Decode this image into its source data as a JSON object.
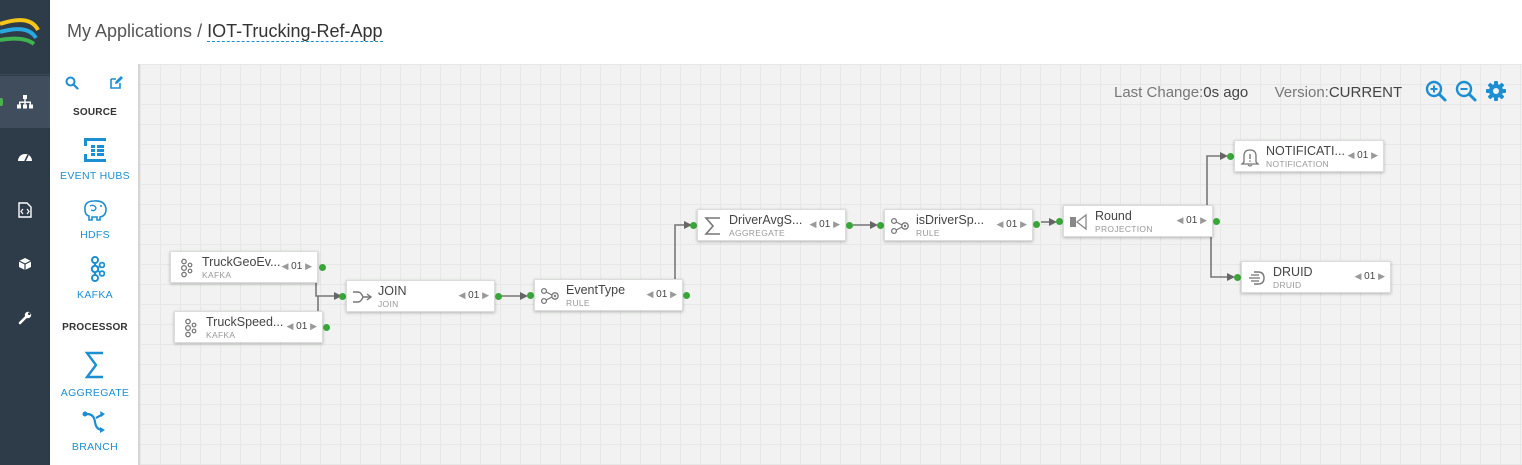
{
  "breadcrumb": {
    "root": "My Applications",
    "separator": "/",
    "app": "IOT-Trucking-Ref-App"
  },
  "nav": [
    {
      "icon": "topology-icon",
      "active": true
    },
    {
      "icon": "dashboard-icon"
    },
    {
      "icon": "file-code-icon"
    },
    {
      "icon": "cube-icon"
    },
    {
      "icon": "wrench-icon"
    }
  ],
  "toolbox": {
    "source_label": "SOURCE",
    "processor_label": "PROCESSOR",
    "sources": [
      "EVENT HUBS",
      "HDFS",
      "KAFKA"
    ],
    "processors": [
      "AGGREGATE",
      "BRANCH"
    ]
  },
  "status": {
    "last_change_label": "Last Change:",
    "last_change_value": "0s ago",
    "version_label": "Version:",
    "version_value": "CURRENT"
  },
  "nodes": [
    {
      "id": "truckgeo",
      "title": "TruckGeoEv...",
      "type": "KAFKA",
      "parallelism": "01",
      "icon": "kafka-icon"
    },
    {
      "id": "truckspeed",
      "title": "TruckSpeed...",
      "type": "KAFKA",
      "parallelism": "01",
      "icon": "kafka-icon"
    },
    {
      "id": "join",
      "title": "JOIN",
      "type": "JOIN",
      "parallelism": "01",
      "icon": "join-icon"
    },
    {
      "id": "eventtype",
      "title": "EventType",
      "type": "RULE",
      "parallelism": "01",
      "icon": "rule-icon"
    },
    {
      "id": "driveravg",
      "title": "DriverAvgS...",
      "type": "AGGREGATE",
      "parallelism": "01",
      "icon": "sigma-icon"
    },
    {
      "id": "isdriver",
      "title": "isDriverSp...",
      "type": "RULE",
      "parallelism": "01",
      "icon": "rule-icon"
    },
    {
      "id": "round",
      "title": "Round",
      "type": "PROJECTION",
      "parallelism": "01",
      "icon": "projection-icon"
    },
    {
      "id": "notification",
      "title": "NOTIFICATI...",
      "type": "NOTIFICATION",
      "parallelism": "01",
      "icon": "bell-icon"
    },
    {
      "id": "druid",
      "title": "DRUID",
      "type": "DRUID",
      "parallelism": "01",
      "icon": "druid-icon"
    }
  ],
  "colors": {
    "accent": "#1b8fd2",
    "rail": "#2e3b48",
    "port": "#3aa63a",
    "edge": "#777777"
  }
}
